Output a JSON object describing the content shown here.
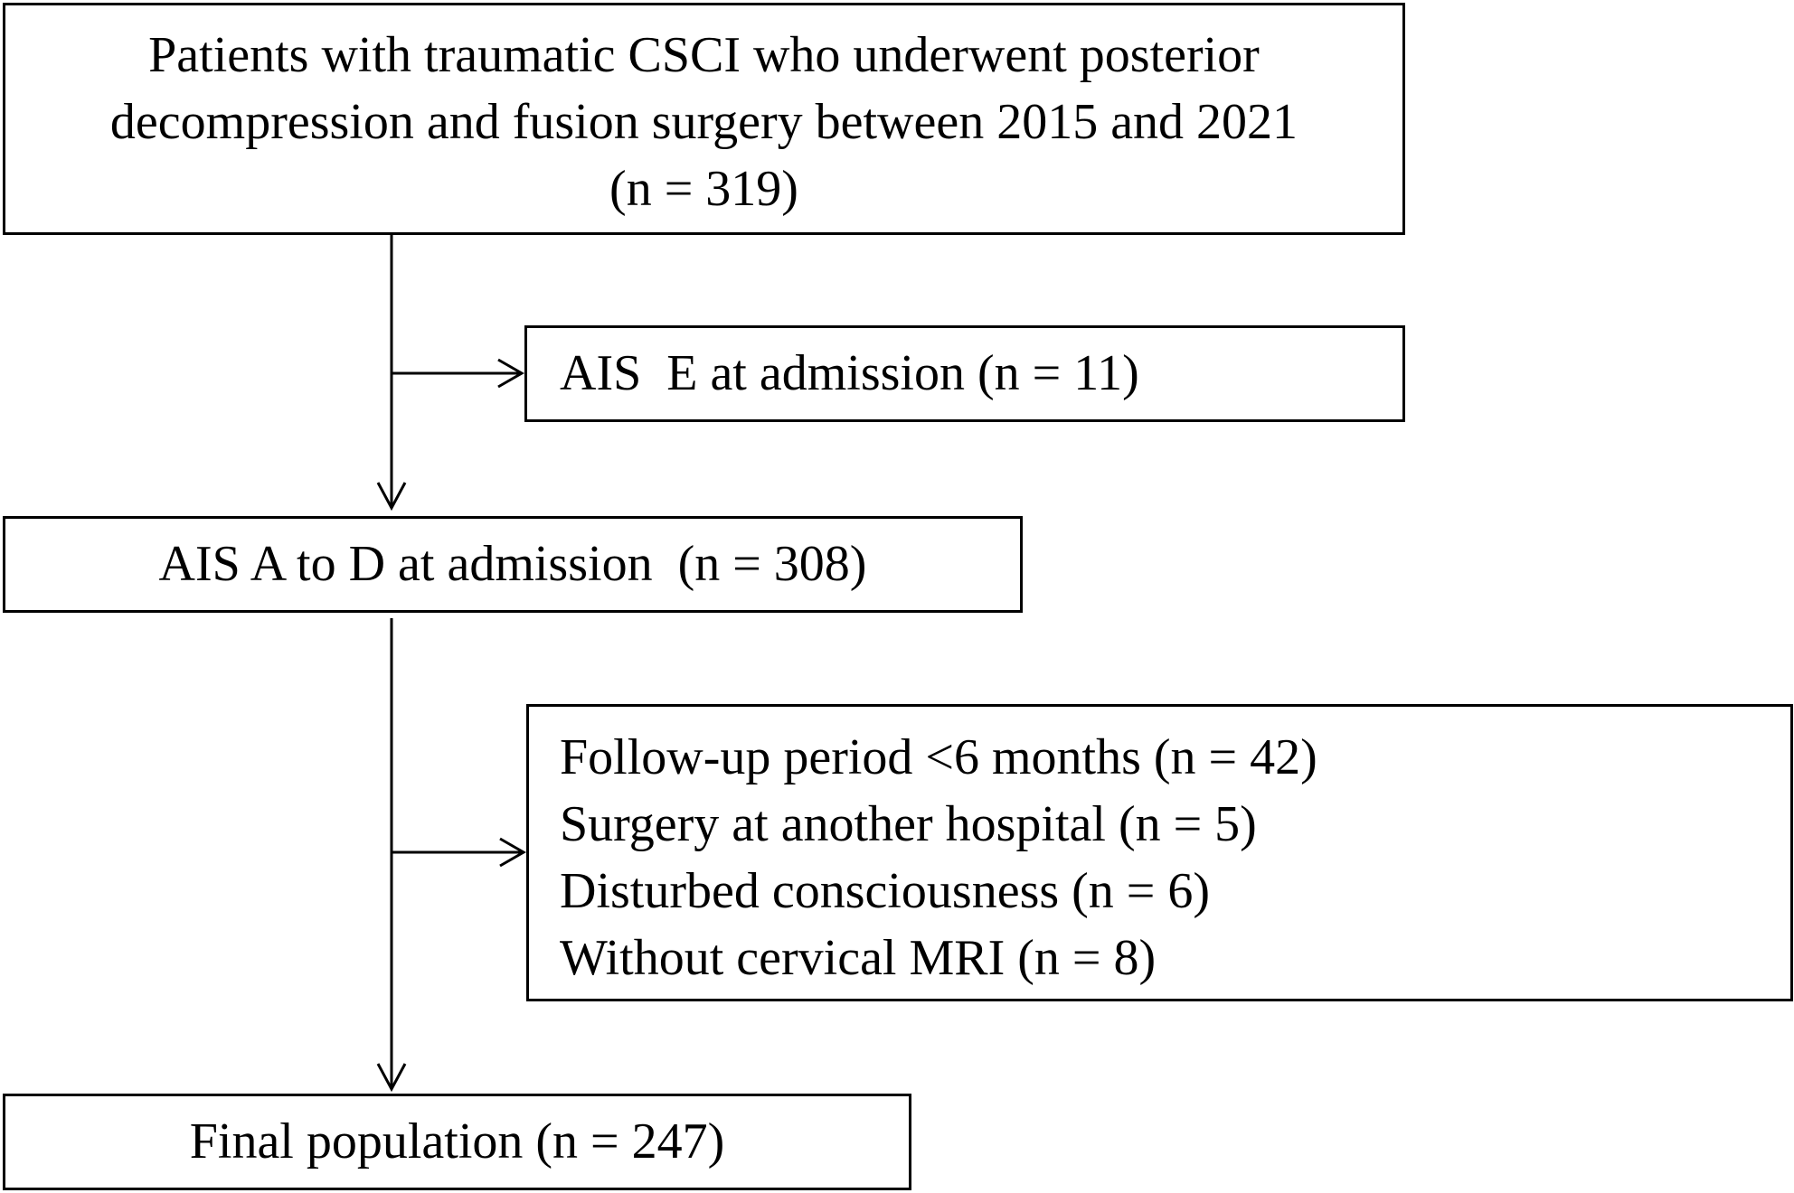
{
  "flowchart": {
    "total_box": {
      "lines": [
        "Patients with traumatic CSCI who underwent posterior",
        "decompression and fusion surgery between 2015 and 2021",
        "(n = 319)"
      ]
    },
    "exclusion_1": {
      "text": "AIS  E at admission (n = 11)"
    },
    "admission_box": {
      "text": "AIS A to D at admission  (n = 308)"
    },
    "exclusion_2": {
      "lines": [
        "Follow-up period <6 months (n = 42)",
        "Surgery at another hospital (n = 5)",
        "Disturbed consciousness (n = 6)",
        "Without cervical MRI (n = 8)"
      ]
    },
    "final_box": {
      "text": "Final population (n = 247)"
    }
  }
}
